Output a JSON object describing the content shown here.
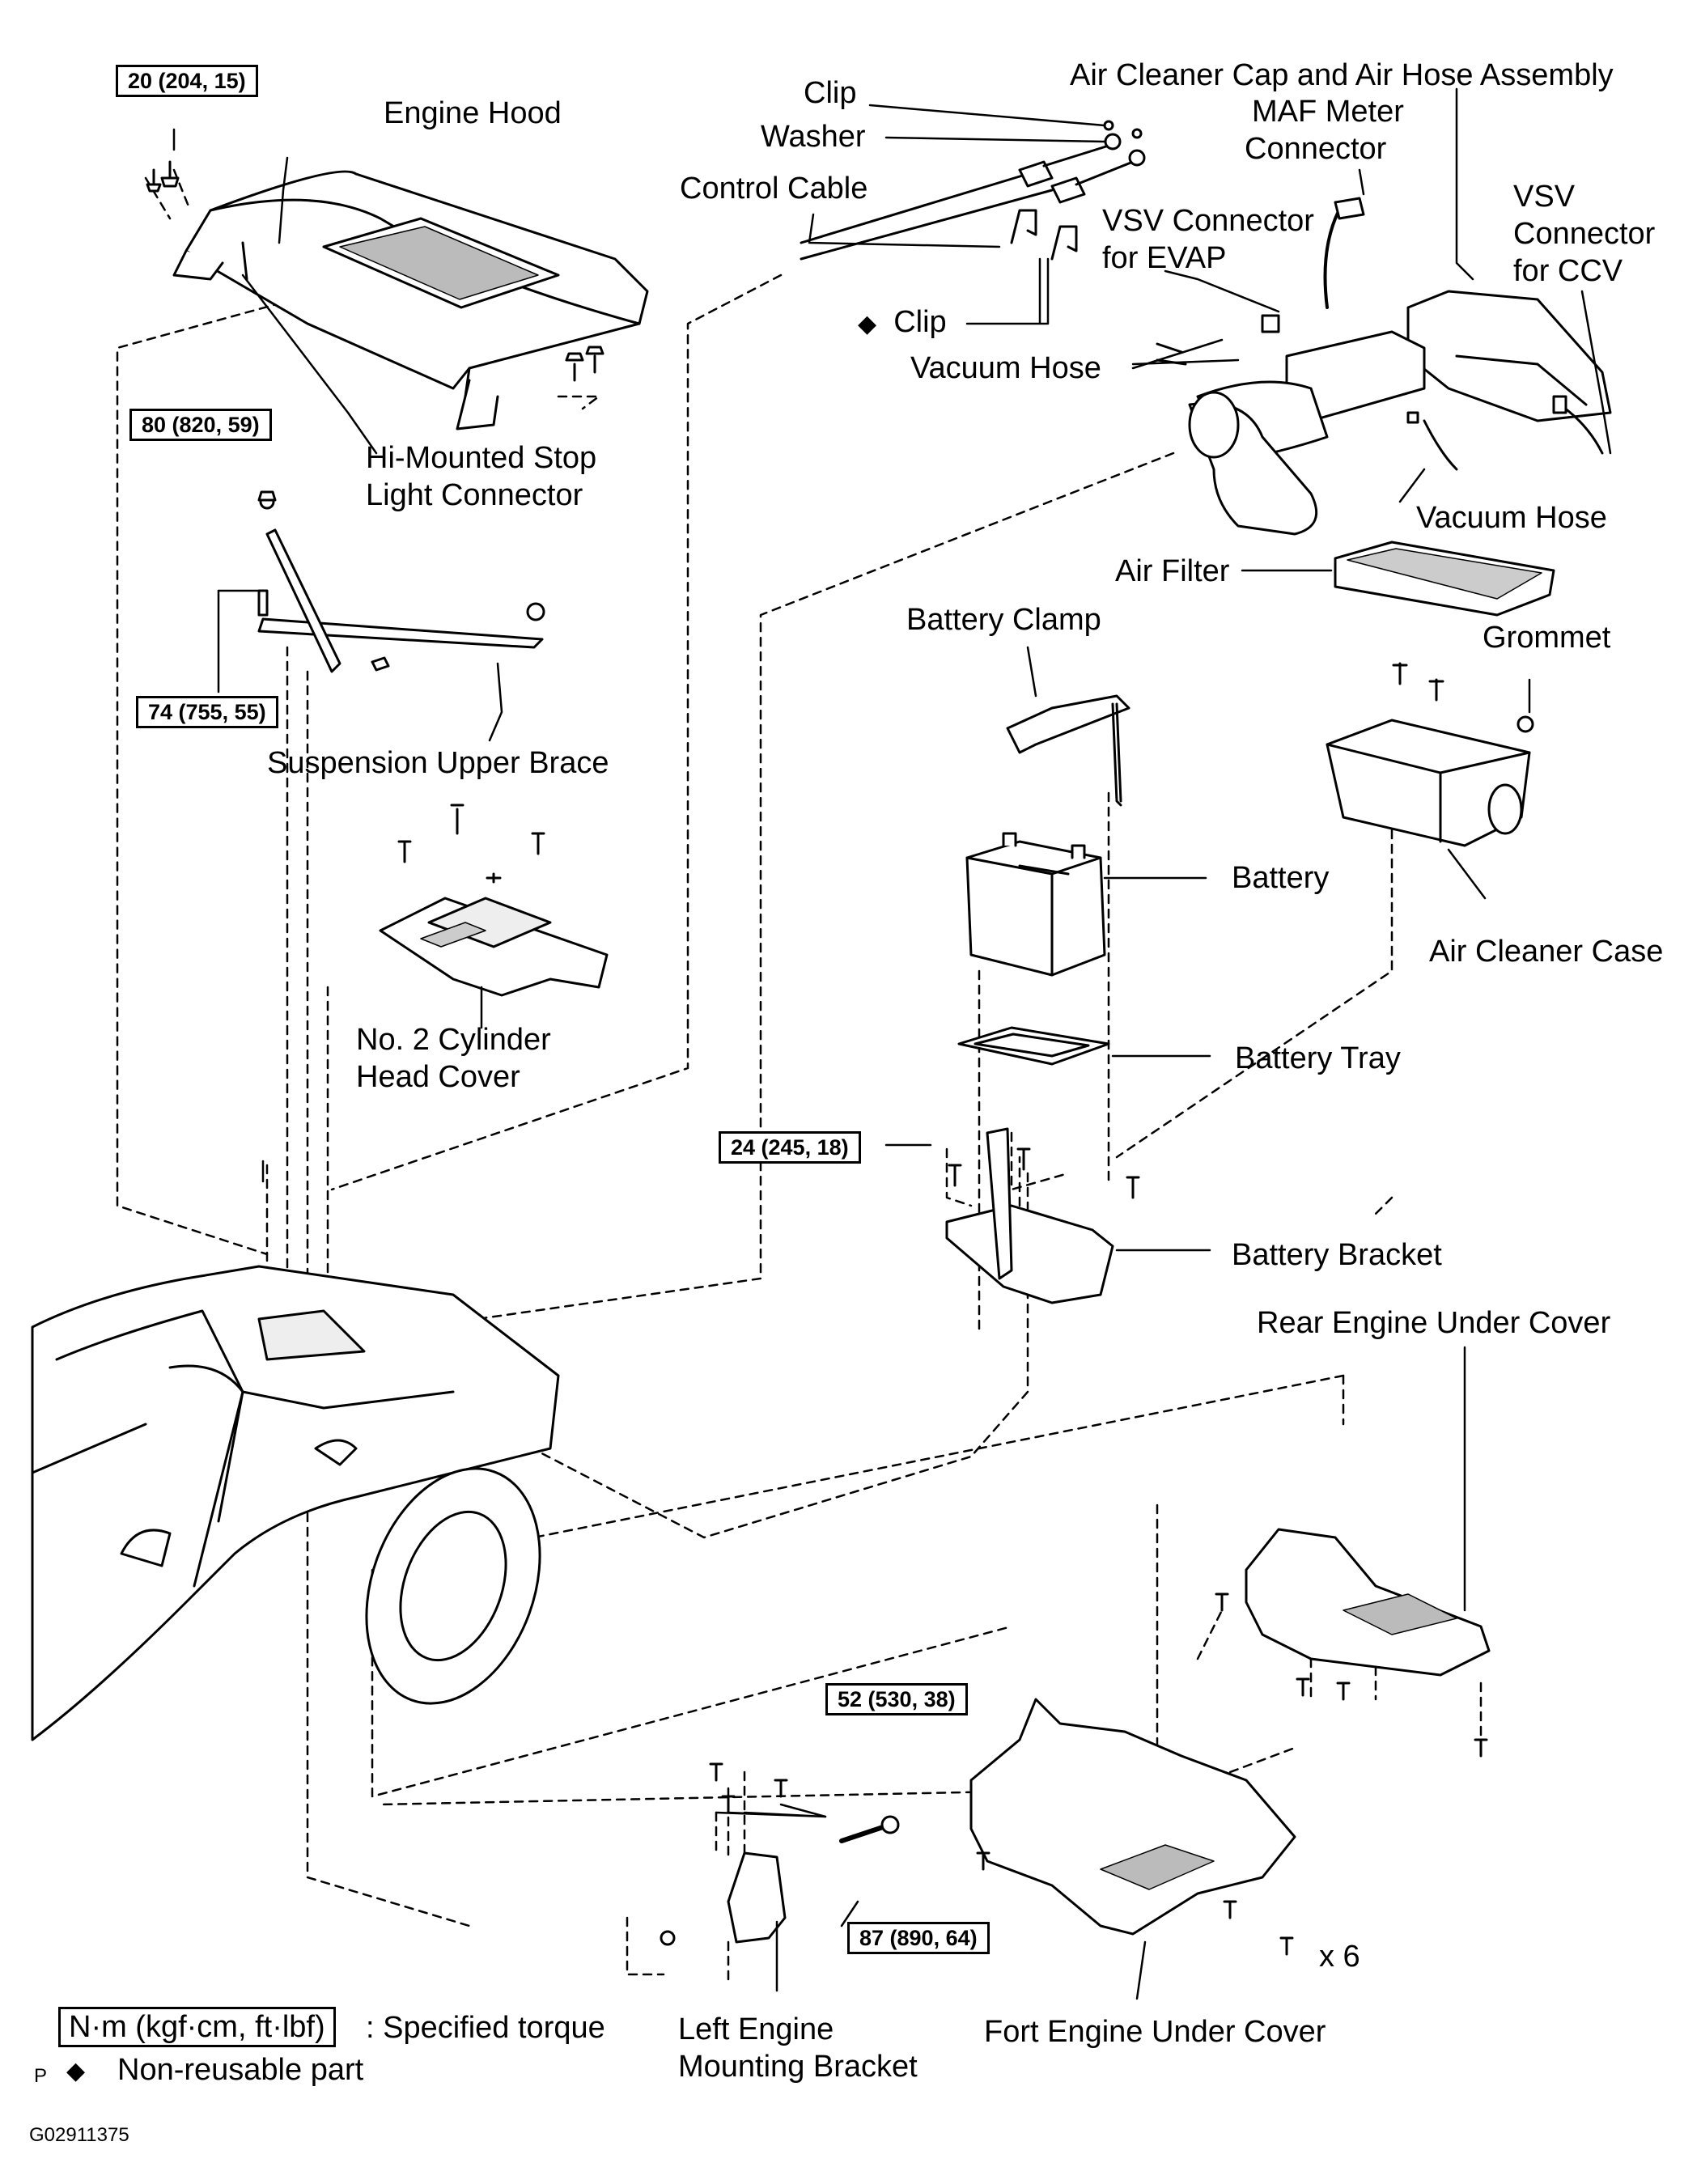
{
  "labels": {
    "engine_hood": "Engine Hood",
    "hi_mounted_1": "Hi-Mounted  Stop",
    "hi_mounted_2": "Light Connector",
    "suspension_upper_brace": "Suspension Upper Brace",
    "cyl_cover_1": "No. 2 Cylinder",
    "cyl_cover_2": "Head Cover",
    "clip": "Clip",
    "washer": "Washer",
    "control_cable": "Control Cable",
    "clip_nonreusable": "Clip",
    "vacuum_hose_1": "Vacuum Hose",
    "air_cleaner_cap": "Air Cleaner Cap and Air Hose Assembly",
    "maf_1": "MAF Meter",
    "maf_2": "Connector",
    "vsv_evap_1": "VSV Connector",
    "vsv_evap_2": "for EVAP",
    "vsv_ccv_1": "VSV",
    "vsv_ccv_2": "Connector",
    "vsv_ccv_3": "for CCV",
    "vacuum_hose_2": "Vacuum Hose",
    "air_filter": "Air Filter",
    "battery_clamp": "Battery Clamp",
    "grommet": "Grommet",
    "battery": "Battery",
    "air_cleaner_case": "Air Cleaner Case",
    "battery_tray": "Battery Tray",
    "battery_bracket": "Battery Bracket",
    "rear_engine_under_cover": "Rear Engine Under Cover",
    "left_bracket_1": "Left Engine",
    "left_bracket_2": "Mounting Bracket",
    "front_under_cover": "Fort Engine Under Cover",
    "x6": "x 6"
  },
  "torques": {
    "t20": "20 (204, 15)",
    "t80": "80 (820, 59)",
    "t74": "74 (755, 55)",
    "t24": "24 (245, 18)",
    "t52": "52 (530, 38)",
    "t87": "87 (890, 64)"
  },
  "legend": {
    "unit_box": "N·m (kgf·cm, ft·lbf)",
    "unit_desc": ": Specified torque",
    "p_mark": "P",
    "diamond": "◆",
    "nonreusable": "Non-reusable  part",
    "figure_id": "G02911375"
  }
}
